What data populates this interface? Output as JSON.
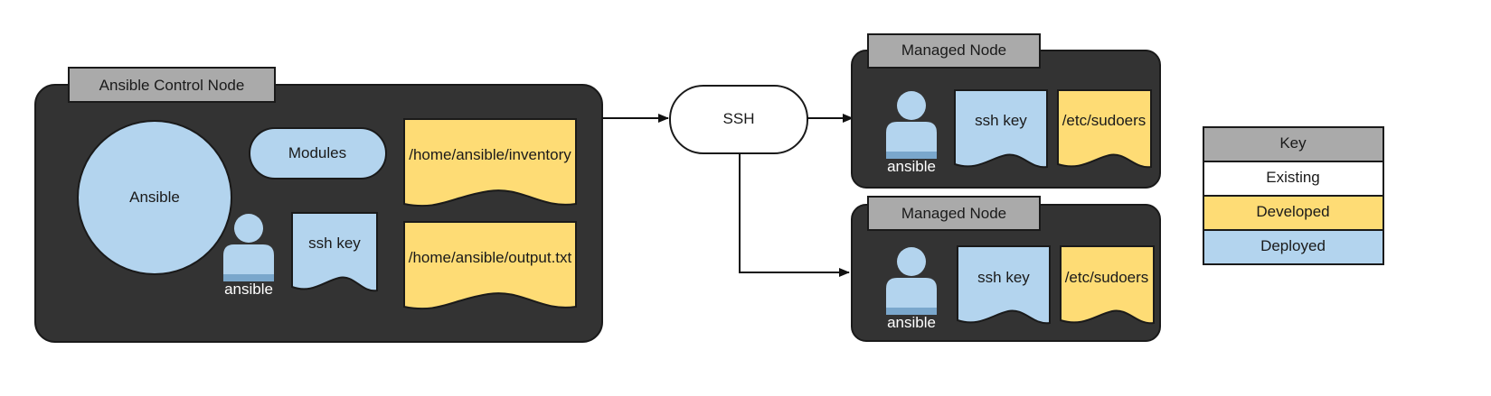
{
  "control_node": {
    "title": "Ansible Control Node",
    "ansible_label": "Ansible",
    "modules_label": "Modules",
    "inventory_label": "/home/ansible/inventory",
    "output_label": "/home/ansible/output.txt",
    "ssh_key_label": "ssh key",
    "user_label": "ansible"
  },
  "ssh": {
    "label": "SSH"
  },
  "managed_nodes": [
    {
      "title": "Managed Node",
      "user_label": "ansible",
      "ssh_key_label": "ssh key",
      "sudoers_label": "/etc/sudoers"
    },
    {
      "title": "Managed Node",
      "user_label": "ansible",
      "ssh_key_label": "ssh key",
      "sudoers_label": "/etc/sudoers"
    }
  ],
  "key": {
    "title": "Key",
    "items": [
      {
        "label": "Existing",
        "color": "#ffffff"
      },
      {
        "label": "Developed",
        "color": "#fedc75"
      },
      {
        "label": "Deployed",
        "color": "#b3d4ee"
      }
    ]
  },
  "colors": {
    "panel": "#333333",
    "tab": "#aaaaaa",
    "deployed": "#b3d4ee",
    "developed": "#fedc75",
    "existing": "#ffffff"
  }
}
